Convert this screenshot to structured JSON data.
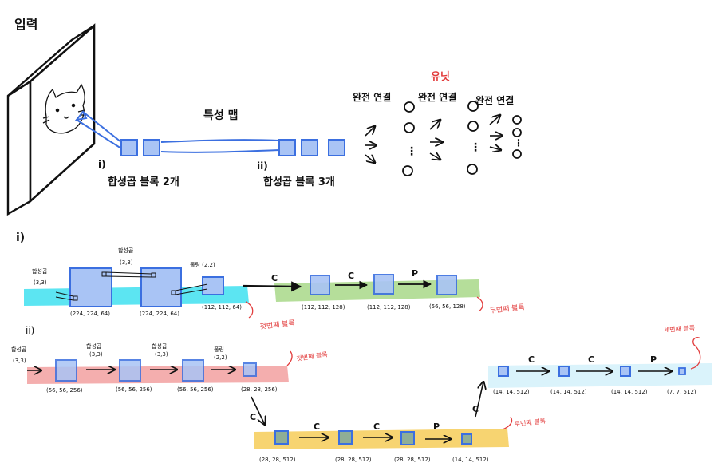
{
  "top": {
    "input_label": "입력",
    "feature_map_label": "특성 맵",
    "units_label": "유닛",
    "stage1_label": "i)",
    "stage1_caption": "합성곱 블록 2개",
    "stage2_label": "ii)",
    "stage2_caption": "합성곱 블록 3개",
    "fc_labels": [
      "완전 연결",
      "완전 연결",
      "완전 연결"
    ],
    "ellipsis": "⋮"
  },
  "section1": {
    "label": "i)",
    "conv_a": "합성곱",
    "conv_a_size": "(3,3)",
    "conv_b": "합성곱",
    "conv_b_size": "(3,3)",
    "pool": "풀링 (2,2)",
    "dims_block1": [
      "(224, 224, 64)",
      "(224, 224, 64)",
      "(112, 112, 64)"
    ],
    "block1_note": "첫번째 블록",
    "ops_block2": [
      "C",
      "C",
      "P"
    ],
    "dims_block2": [
      "(112, 112, 128)",
      "(112, 112, 128)",
      "(56, 56, 128)"
    ],
    "block2_note": "두번째 블록"
  },
  "section2": {
    "label": "ii)",
    "labels_row1": [
      "합성곱",
      "합성곱",
      "합성곱",
      "풀링"
    ],
    "sizes_row1": [
      "(3,3)",
      "(3,3)",
      "(3,3)",
      "(2,2)"
    ],
    "dims_row1": [
      "(56, 56, 256)",
      "(56, 56, 256)",
      "(56, 56, 256)",
      "(28, 28, 256)"
    ],
    "row1_note": "첫번째 블록",
    "ops_row2": [
      "C",
      "C",
      "C",
      "P"
    ],
    "dims_row2": [
      "(28, 28, 512)",
      "(28, 28, 512)",
      "(28, 28, 512)",
      "(14, 14, 512)"
    ],
    "row2_note": "두번째 블록",
    "up_op": "C",
    "ops_row3": [
      "C",
      "C",
      "P"
    ],
    "dims_row3": [
      "(14, 14, 512)",
      "(14, 14, 512)",
      "(14, 14, 512)",
      "(7, 7, 512)"
    ],
    "row3_note": "세번째 블록"
  },
  "colors": {
    "ink": "#111111",
    "blue_stroke": "#3b6fe0",
    "blue_fill": "#a9c4f5",
    "cyan_band": "#3fe0f0",
    "green_band": "#a8d888",
    "pink_band": "#f2a0a0",
    "yellow_band": "#f6cf62",
    "ice_band": "#d8f2fb",
    "red_note": "#e23b3b"
  }
}
